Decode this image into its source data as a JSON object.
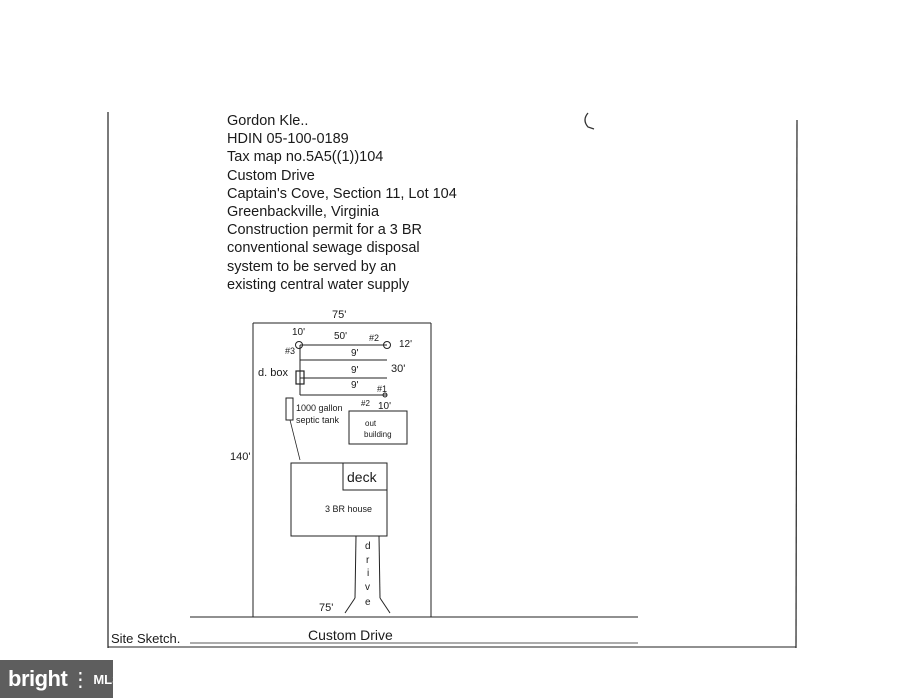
{
  "document": {
    "header_lines": [
      "Gordon Kle..",
      "HDIN 05-100-0189",
      "Tax map no.5A5((1))104",
      "Custom Drive",
      "Captain's Cove, Section 11, Lot 104",
      "Greenbackville, Virginia",
      "Construction permit for a 3 BR",
      "conventional sewage disposal",
      "system to be served by an",
      "existing central water supply"
    ]
  },
  "sketch": {
    "lot_width_top": "75'",
    "lot_width_bottom": "75'",
    "lot_depth": "140'",
    "setback_left": "10'",
    "line_length": "50'",
    "setback_right": "12'",
    "field_width": "30'",
    "spacing_1": "9'",
    "spacing_2": "9'",
    "spacing_3": "9'",
    "setback_bottom": "10'",
    "marker_1": "#1",
    "marker_2_top": "#2",
    "marker_2_bottom": "#2",
    "marker_3": "#3",
    "dbox_label": "d. box",
    "tank_line1": "1000 gallon",
    "tank_line2": "septic tank",
    "outbuilding_line1": "out",
    "outbuilding_line2": "building",
    "deck_label": "deck",
    "house_label": "3 BR house",
    "drive_letters": [
      "d",
      "r",
      "i",
      "v",
      "e"
    ]
  },
  "footer": {
    "site_sketch_label": "Site Sketch.",
    "street_label": "Custom Drive"
  },
  "watermark": {
    "brand": "bright",
    "suffix": "MLS"
  }
}
